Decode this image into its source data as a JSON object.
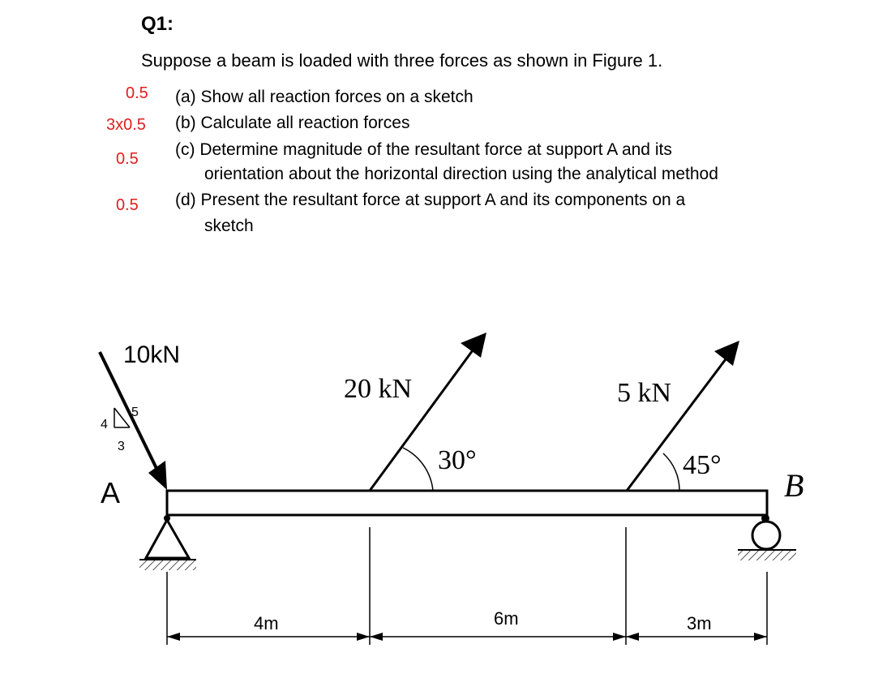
{
  "question": {
    "number": "Q1:",
    "intro": "Suppose a beam is loaded with three forces as shown in Figure 1.",
    "parts": [
      {
        "points": "0.5",
        "lines": [
          "(a) Show all reaction forces on a sketch"
        ]
      },
      {
        "points": "3x0.5",
        "lines": [
          "(b) Calculate all reaction forces"
        ]
      },
      {
        "points": "0.5",
        "lines": [
          "(c) Determine magnitude of the resultant force at support A and its",
          "orientation about the horizontal direction using the analytical method"
        ]
      },
      {
        "points": "0.5",
        "lines": [
          "(d) Present the resultant force at support A and its components on a",
          "sketch"
        ]
      }
    ]
  },
  "figure": {
    "force_a": "10kN",
    "slope_triangle": {
      "hyp": "5",
      "vertical": "4",
      "horizontal": "3"
    },
    "support_a": "A",
    "support_b": "B",
    "force_20": "20 kN",
    "angle_20": "30°",
    "force_5": "5 kN",
    "angle_5": "45°",
    "dim_1": "4m",
    "dim_2": "6m",
    "dim_3": "3m"
  }
}
